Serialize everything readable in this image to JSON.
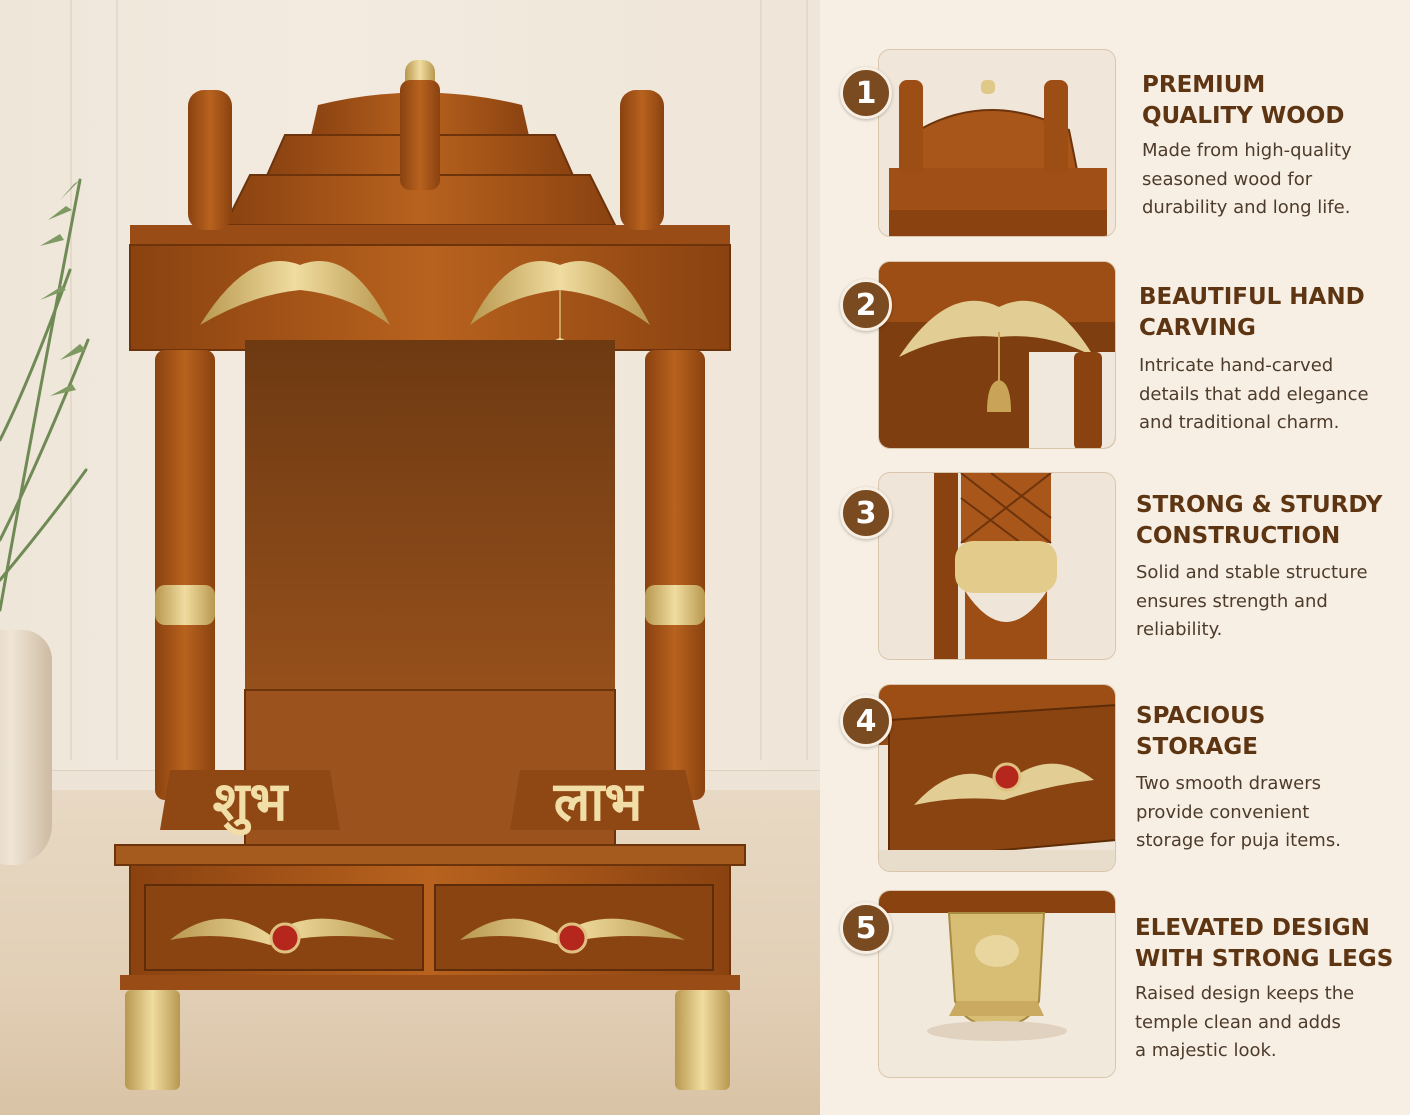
{
  "colors": {
    "accent_brown": "#7a4a20",
    "title_brown": "#5e3513",
    "text_dark": "#4d3b2c",
    "gold": "#d8c08a",
    "wood": "#a8561a",
    "background": "#f7efe3"
  },
  "product": {
    "label_left": "शुभ",
    "label_right": "लाभ"
  },
  "features": [
    {
      "number": "1",
      "title_line1": "PREMIUM",
      "title_line2": "QUALITY WOOD",
      "desc_line1": "Made from high-quality",
      "desc_line2": "seasoned wood for",
      "desc_line3": "durability and long life.",
      "image": "wooden-dome-top"
    },
    {
      "number": "2",
      "title_line1": "BEAUTIFUL HAND",
      "title_line2": "CARVING",
      "desc_line1": "Intricate hand-carved",
      "desc_line2": "details that add elegance",
      "desc_line3": "and traditional charm.",
      "image": "carved-arch-with-bell"
    },
    {
      "number": "3",
      "title_line1": "STRONG & STURDY",
      "title_line2": "CONSTRUCTION",
      "desc_line1": "Solid and stable structure",
      "desc_line2": "ensures strength and",
      "desc_line3": "reliability.",
      "image": "carved-pillar"
    },
    {
      "number": "4",
      "title_line1": "SPACIOUS",
      "title_line2": "STORAGE",
      "desc_line1": "Two smooth drawers",
      "desc_line2": "provide convenient",
      "desc_line3": "storage for puja items.",
      "image": "drawer-with-knob"
    },
    {
      "number": "5",
      "title_line1": "ELEVATED DESIGN",
      "title_line2": "WITH STRONG LEGS",
      "desc_line1": "Raised design keeps the",
      "desc_line2": "temple clean and adds",
      "desc_line3": "a majestic look.",
      "image": "golden-leg"
    }
  ]
}
